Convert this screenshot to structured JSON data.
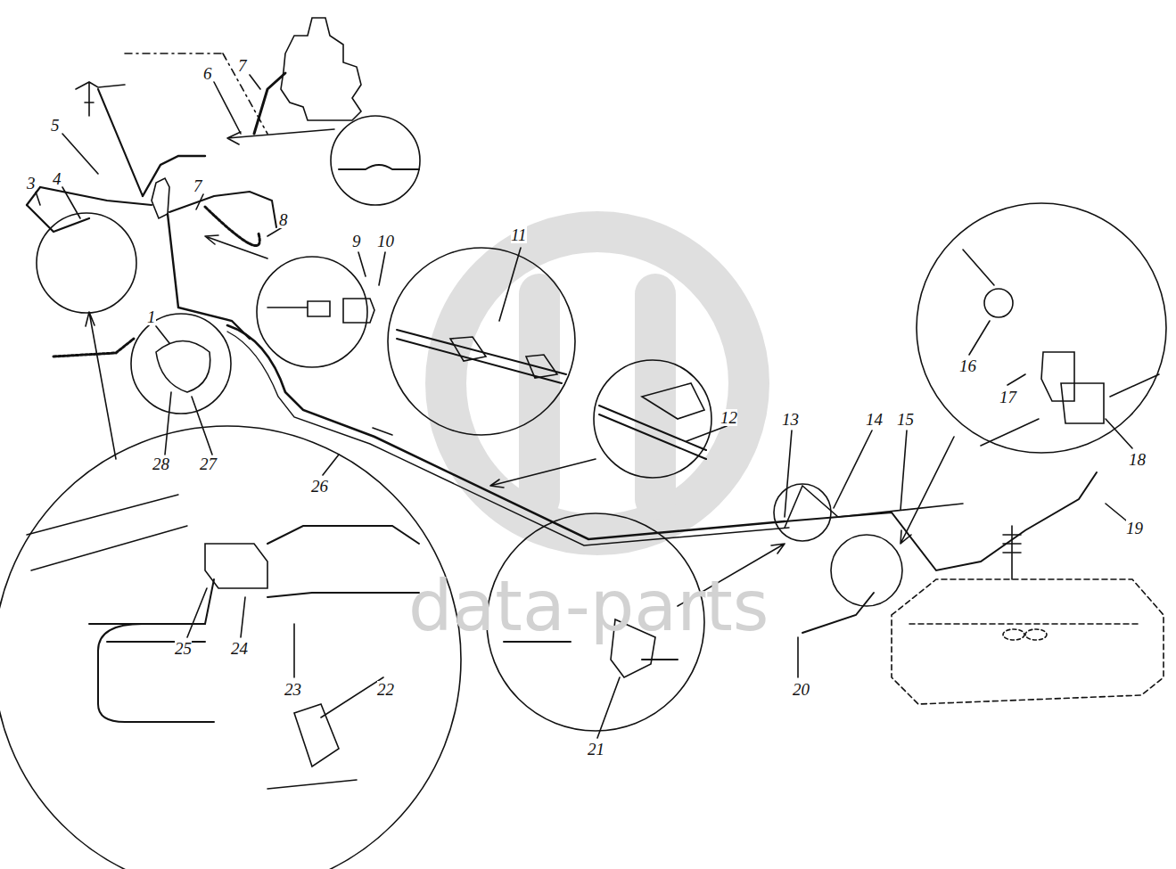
{
  "diagram": {
    "labels": [
      "6",
      "7",
      "5",
      "3",
      "4",
      "7",
      "8",
      "9",
      "10",
      "11",
      "1",
      "28",
      "27",
      "26",
      "12",
      "13",
      "14",
      "15",
      "16",
      "17",
      "18",
      "19",
      "20",
      "21",
      "25",
      "24",
      "23",
      "22",
      "data-parts"
    ]
  }
}
